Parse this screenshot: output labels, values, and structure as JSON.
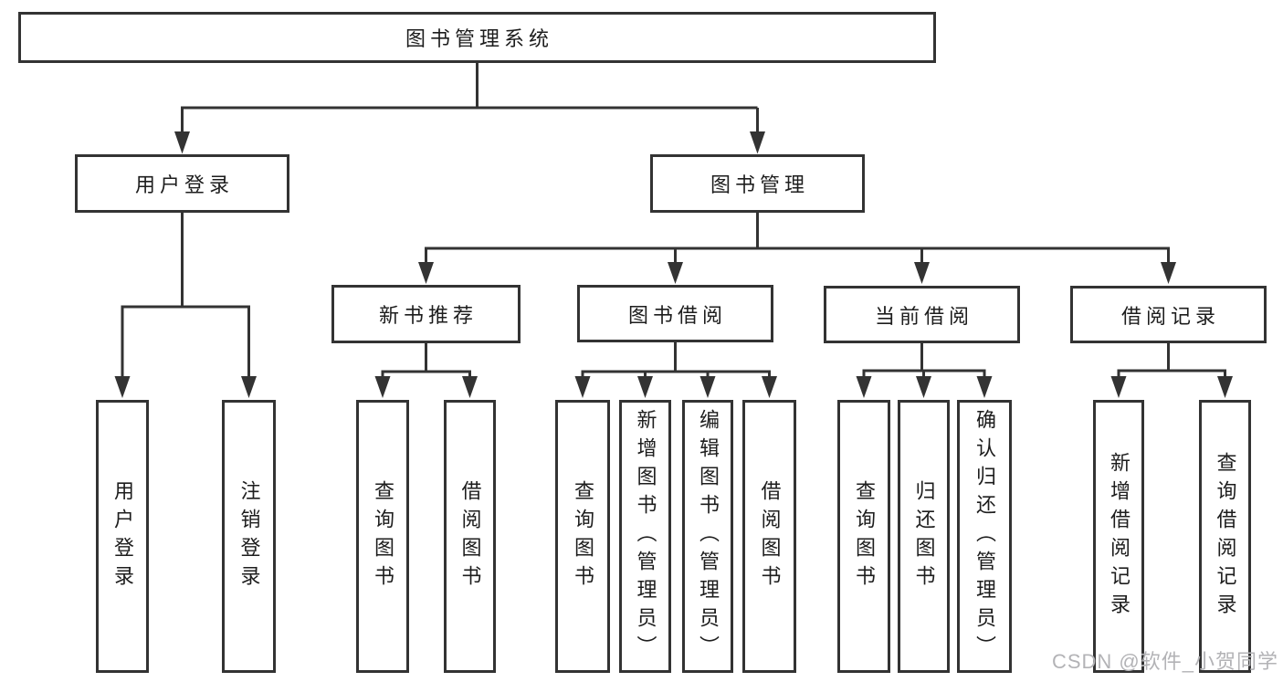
{
  "diagram": {
    "type": "hierarchy-tree",
    "root": {
      "label": "图书管理系统"
    },
    "branches": [
      {
        "label": "用户登录",
        "children": [
          {
            "label": "用户登录"
          },
          {
            "label": "注销登录"
          }
        ]
      },
      {
        "label": "图书管理",
        "children": [
          {
            "label": "新书推荐",
            "children": [
              {
                "label": "查询图书"
              },
              {
                "label": "借阅图书"
              }
            ]
          },
          {
            "label": "图书借阅",
            "children": [
              {
                "label": "查询图书"
              },
              {
                "label": "新增图书（管理员）"
              },
              {
                "label": "编辑图书（管理员）"
              },
              {
                "label": "借阅图书"
              }
            ]
          },
          {
            "label": "当前借阅",
            "children": [
              {
                "label": "查询图书"
              },
              {
                "label": "归还图书"
              },
              {
                "label": "确认归还（管理员）"
              }
            ]
          },
          {
            "label": "借阅记录",
            "children": [
              {
                "label": "新增借阅记录"
              },
              {
                "label": "查询借阅记录"
              }
            ]
          }
        ]
      }
    ]
  },
  "watermark": {
    "text": "CSDN @软件_小贺同学"
  },
  "colors": {
    "background": "#ffffff",
    "line": "#333333",
    "node_border": "#333333",
    "node_fill": "#ffffff",
    "text": "#1d1d1d",
    "watermark_text": "#b3b3b6"
  }
}
